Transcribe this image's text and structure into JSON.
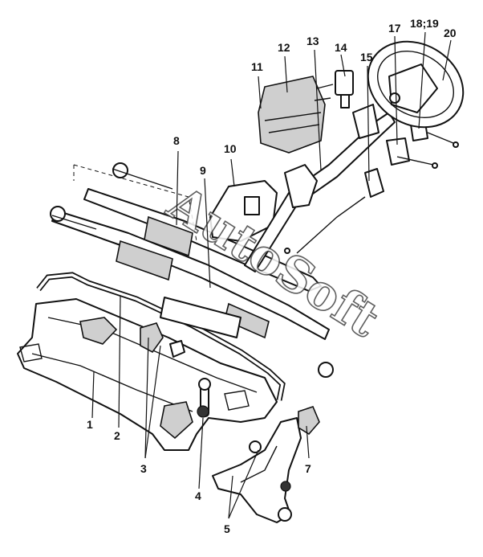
{
  "callouts": {
    "c1": "1",
    "c2": "2",
    "c3": "3",
    "c4": "4",
    "c5": "5",
    "c7": "7",
    "c8": "8",
    "c9": "9",
    "c10": "10",
    "c11": "11",
    "c12": "12",
    "c13": "13",
    "c14": "14",
    "c15": "15",
    "c17": "17",
    "c18_19": "18;19",
    "c20": "20"
  },
  "watermark": "AutoSoft"
}
